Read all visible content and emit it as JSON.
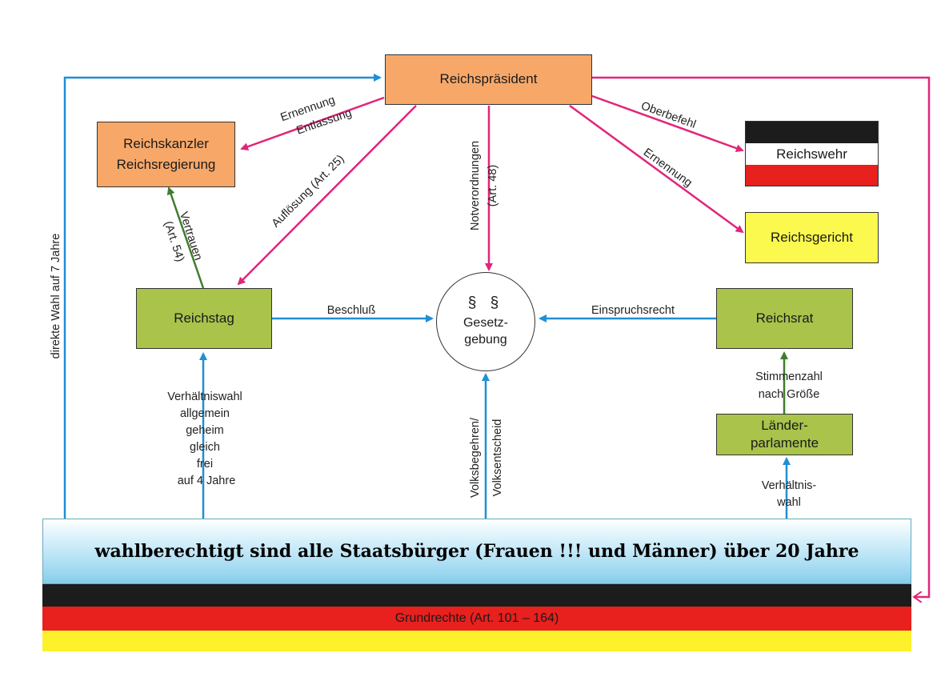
{
  "nodes": {
    "reichspraesident": "Reichspräsident",
    "reichskanzler": [
      "Reichskanzler",
      "Reichsregierung"
    ],
    "reichswehr": "Reichswehr",
    "reichsgericht": "Reichsgericht",
    "reichstag": "Reichstag",
    "reichsrat": "Reichsrat",
    "laenderparlamente": [
      "Länder-",
      "parlamente"
    ],
    "gesetzgebung": {
      "symbol": "§ §",
      "lines": [
        "Gesetz-",
        "gebung"
      ]
    }
  },
  "edges": {
    "ernennung_entlassung": [
      "Ernennung",
      "Entlassung"
    ],
    "oberbefehl": "Oberbefehl",
    "ernennung": "Ernennung",
    "aufloesung": "Auflösung (Art. 25)",
    "notverordnungen": [
      "Notverordnungen",
      "(Art. 48)"
    ],
    "vertrauen": [
      "Vertrauen",
      "(Art. 54)"
    ],
    "beschluss": "Beschluß",
    "einspruchsrecht": "Einspruchsrecht",
    "stimmenzahl": [
      "Stimmenzahl",
      "nach Größe"
    ],
    "verhaeltniswahl_reichstag": [
      "Verhältniswahl",
      "allgemein",
      "geheim",
      "gleich",
      "frei",
      "auf 4 Jahre"
    ],
    "volksbegehren": [
      "Volksbegehren/",
      "Volksentscheid"
    ],
    "verhaeltniswahl_laender": [
      "Verhältnis-",
      "wahl"
    ],
    "direkte_wahl": "direkte Wahl auf 7 Jahre"
  },
  "citizens": "wahlberechtigt sind alle Staatsbürger (Frauen !!! und Männer) über 20 Jahre",
  "grundrechte": "Grundrechte (Art. 101 – 164)",
  "colors": {
    "orange_box": "#f7a869",
    "green_box": "#a9c34b",
    "yellow_box": "#fcf94e",
    "arrow_pink": "#e2257a",
    "arrow_blue": "#1f8fd6",
    "arrow_green": "#3f7d2c",
    "flag_black": "#1c1c1c",
    "flag_red": "#e8201e",
    "flag_gold": "#fcf12a"
  }
}
